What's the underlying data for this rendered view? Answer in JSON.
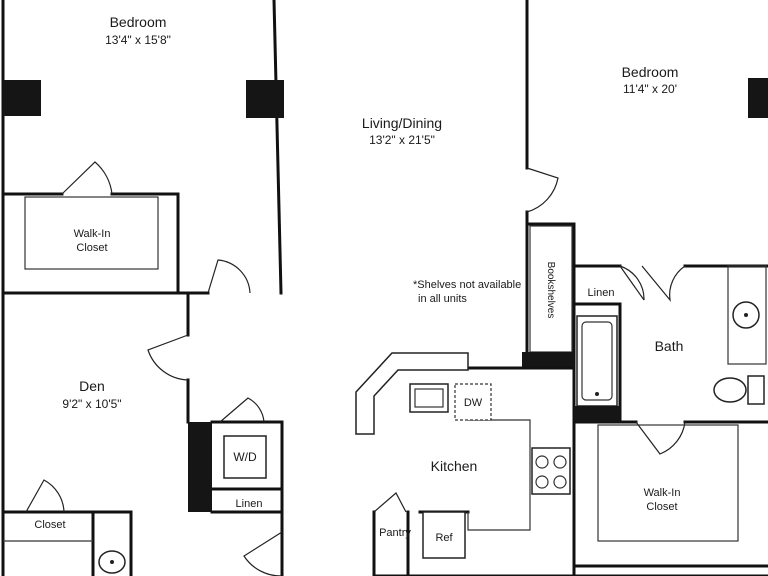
{
  "rooms": {
    "bedroom_left": {
      "name": "Bedroom",
      "dims": "13'4\" x 15'8\""
    },
    "bedroom_right": {
      "name": "Bedroom",
      "dims": "11'4\" x 20'"
    },
    "living_dining": {
      "name": "Living/Dining",
      "dims": "13'2\" x 21'5\""
    },
    "den": {
      "name": "Den",
      "dims": "9'2\" x 10'5\""
    },
    "walkin_closet_left": {
      "line1": "Walk-In",
      "line2": "Closet"
    },
    "walkin_closet_right": {
      "line1": "Walk-In",
      "line2": "Closet"
    },
    "kitchen": {
      "name": "Kitchen"
    },
    "bath": {
      "name": "Bath"
    },
    "closet": {
      "name": "Closet"
    },
    "linen_bath": {
      "name": "Linen"
    },
    "linen_hall": {
      "name": "Linen"
    },
    "pantry": {
      "name": "Pantry"
    }
  },
  "fixtures": {
    "washer_dryer": "W/D",
    "dishwasher": "DW",
    "refrigerator": "Ref",
    "bookshelves": "Bookshelves"
  },
  "notes": {
    "shelves_line1": "*Shelves not available",
    "shelves_line2": "in all units"
  }
}
